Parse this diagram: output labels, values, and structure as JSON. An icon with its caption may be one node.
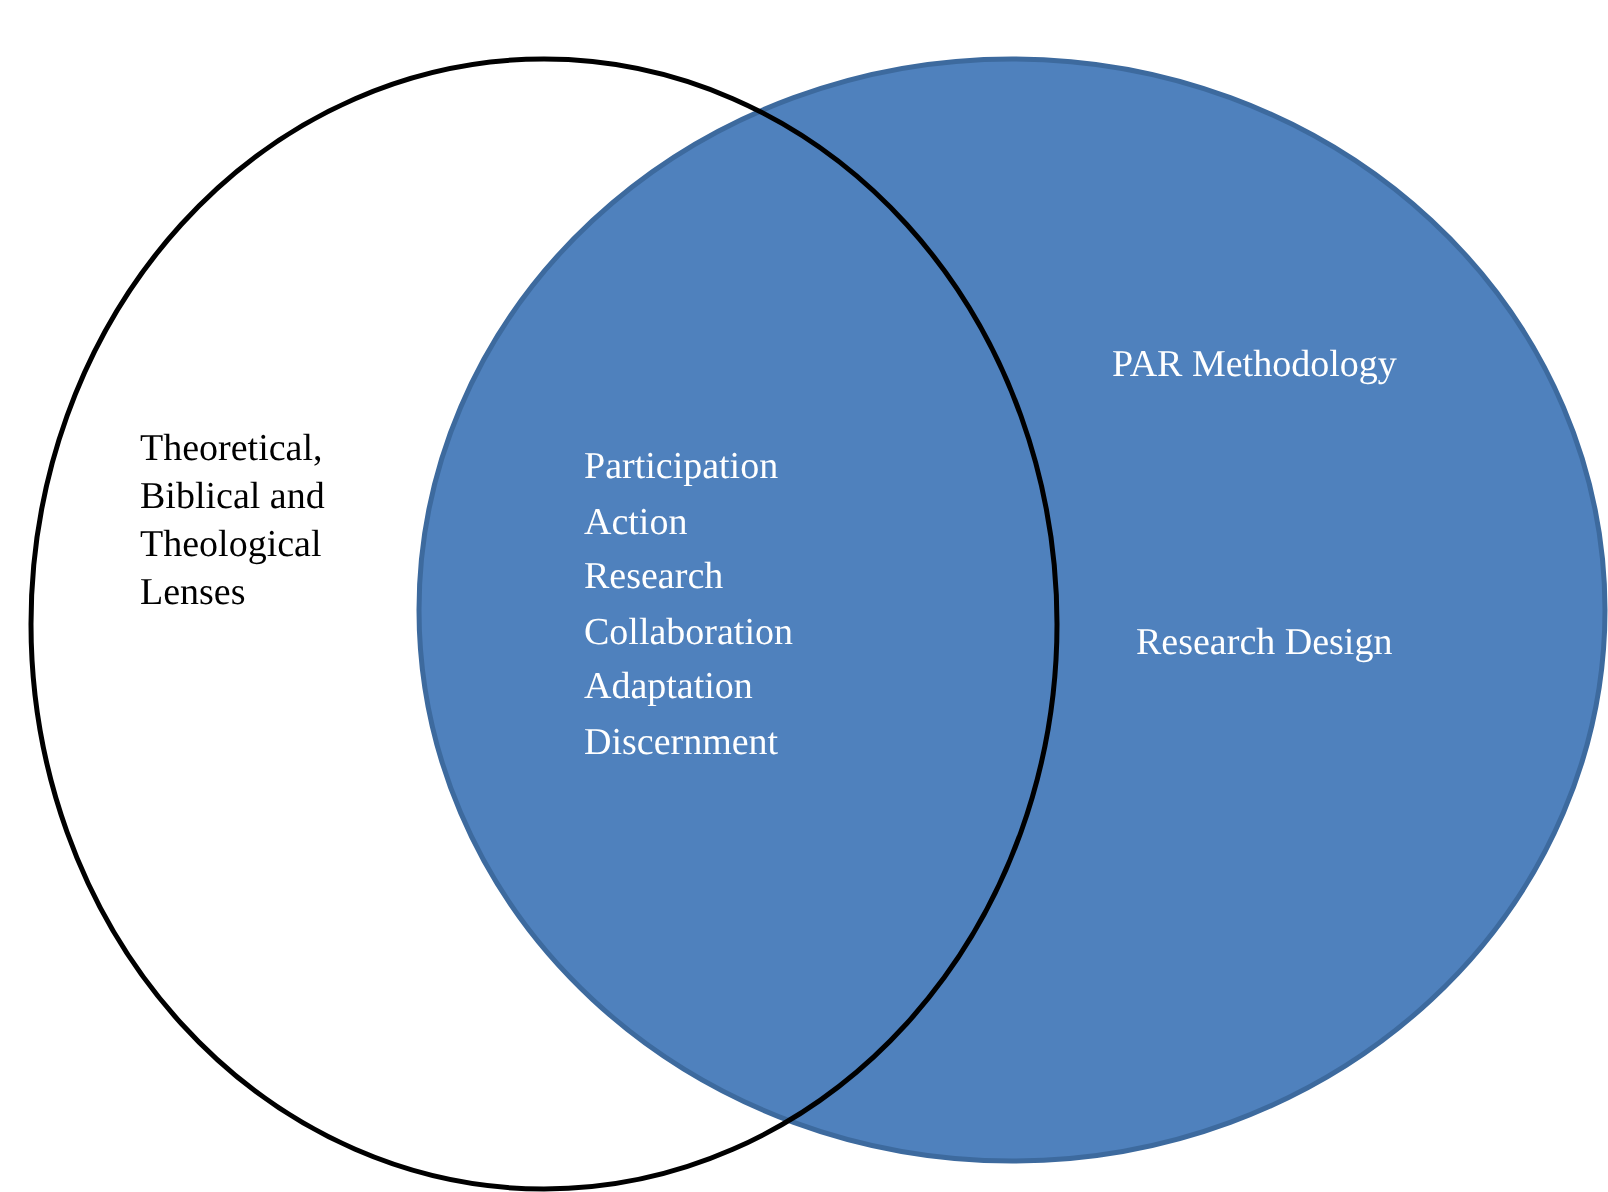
{
  "diagram": {
    "nodes": [
      {
        "text": [
          "Theoretical, Biblical and Theological Lenses"
        ]
      },
      {
        "text": [
          "PAR Methodology",
          "Research Design"
        ]
      }
    ],
    "edges": [],
    "labels": [
      "Participation",
      "Action",
      "Research",
      "Collaboration",
      "Adaptation",
      "Discernment"
    ]
  }
}
